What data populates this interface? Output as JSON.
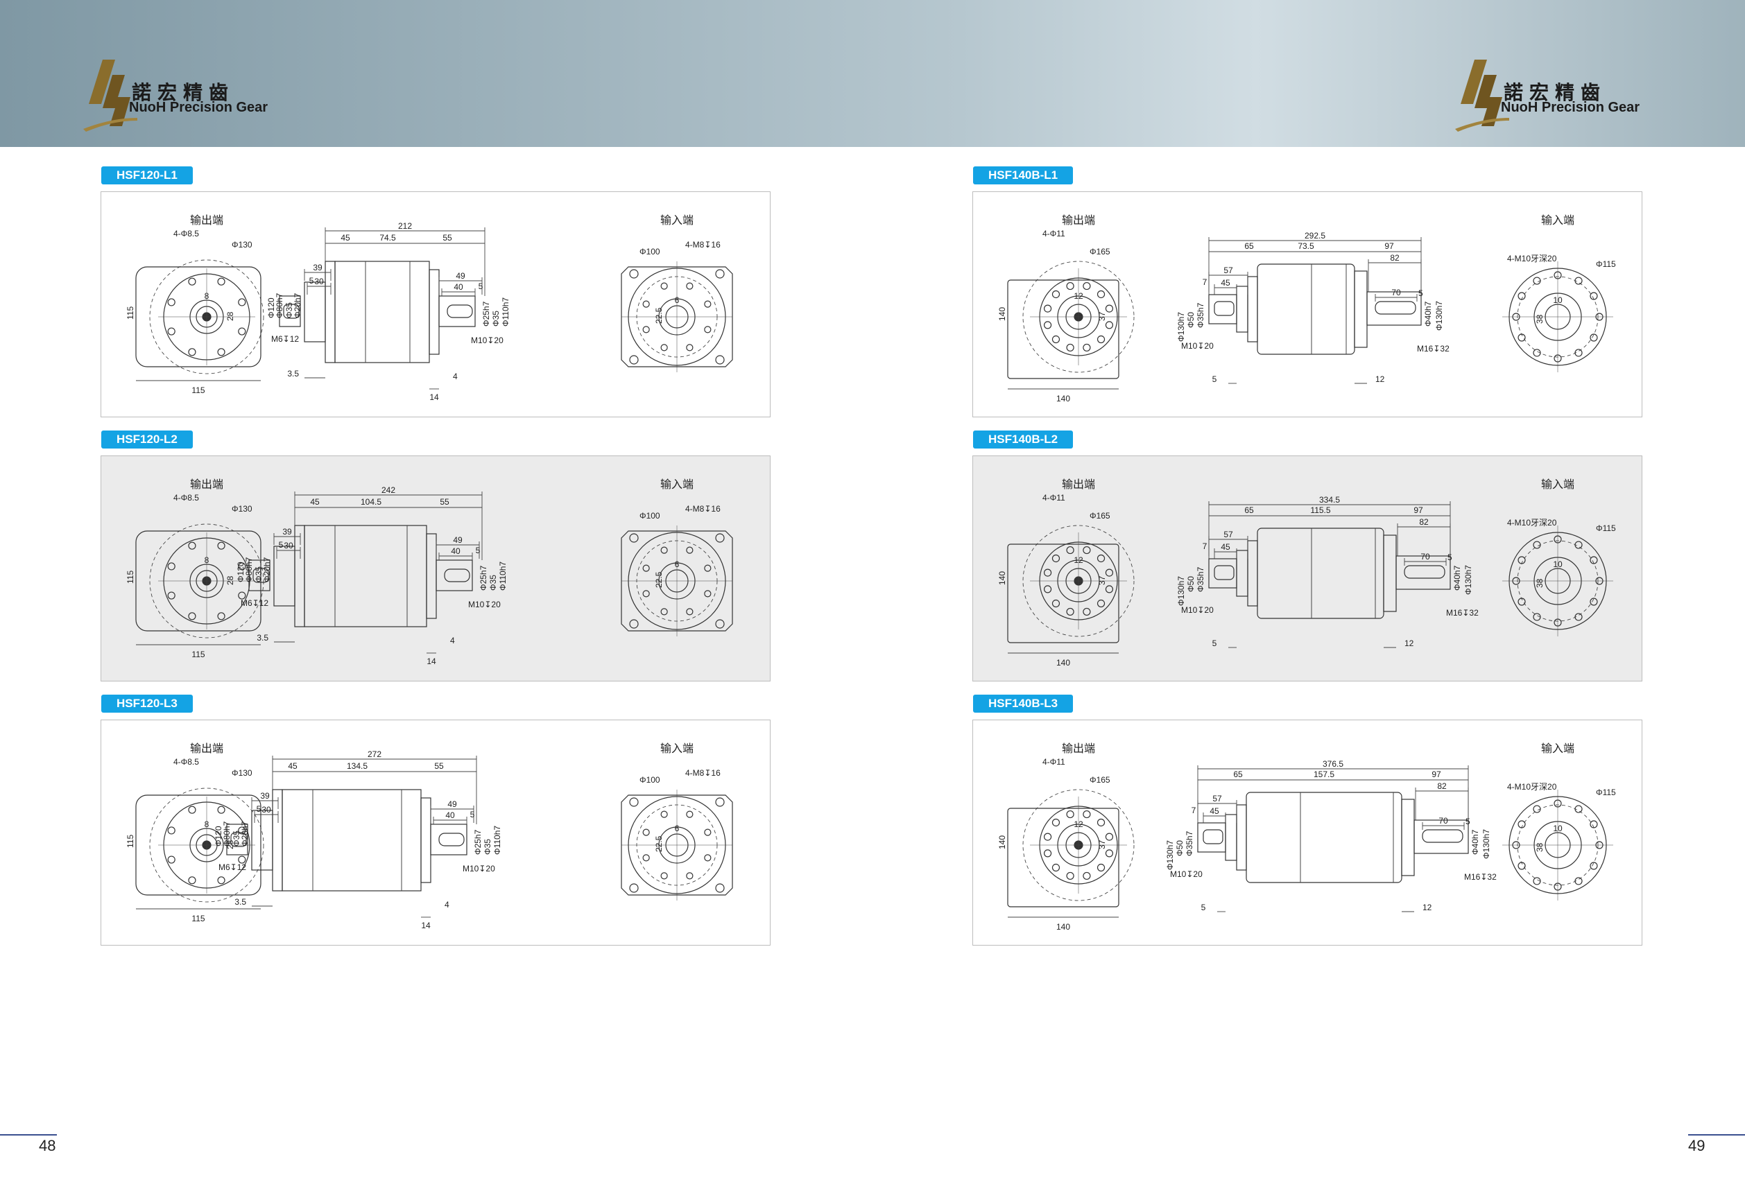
{
  "brand": {
    "name_cn": "諾宏精齒",
    "name_en": "NuoH Precision Gear"
  },
  "labels": {
    "output_end": "输出端",
    "input_end": "输入端"
  },
  "pages": {
    "left": "48",
    "right": "49"
  },
  "colors": {
    "tag": "#14a3e4",
    "line": "#3a4f8f"
  },
  "panels": [
    {
      "tag": "HSF120-L1",
      "series": "120",
      "shaded": false,
      "total": "212",
      "seg_mid": "74.5"
    },
    {
      "tag": "HSF120-L2",
      "series": "120",
      "shaded": true,
      "total": "242",
      "seg_mid": "104.5"
    },
    {
      "tag": "HSF120-L3",
      "series": "120",
      "shaded": false,
      "total": "272",
      "seg_mid": "134.5"
    },
    {
      "tag": "HSF140B-L1",
      "series": "140",
      "shaded": false,
      "total": "292.5",
      "seg_mid": "73.5"
    },
    {
      "tag": "HSF140B-L2",
      "series": "140",
      "shaded": true,
      "total": "334.5",
      "seg_mid": "115.5"
    },
    {
      "tag": "HSF140B-L3",
      "series": "140",
      "shaded": false,
      "total": "376.5",
      "seg_mid": "157.5"
    }
  ],
  "dims120": {
    "out_holes": "4-Φ8.5",
    "out_pcd": "Φ130",
    "square": "115",
    "key_w": "8",
    "key_h": "28",
    "d45": "45",
    "d55": "55",
    "d39": "39",
    "d49": "49",
    "d30": "30",
    "d5": "5",
    "d40": "40",
    "d35": "3.5",
    "d14": "14",
    "d4": "4",
    "dia_left": [
      "Φ120",
      "Φ80h7",
      "Φ35",
      "Φ20h7"
    ],
    "tap_left": "M6↧12",
    "dia_right": [
      "Φ25h7",
      "Φ35",
      "Φ110h7"
    ],
    "tap_right": "M10↧20",
    "in_pcd": "Φ100",
    "in_holes": "4-M8↧16",
    "in_key": "6",
    "in_key_h": "22.5"
  },
  "dims140": {
    "out_holes": "4-Φ11",
    "out_pcd": "Φ165",
    "square": "140",
    "key_w": "12",
    "key_h": "37",
    "d65": "65",
    "d97": "97",
    "d82": "82",
    "d57": "57",
    "d45": "45",
    "d7": "7",
    "d70": "70",
    "d5": "5",
    "d12": "12",
    "dia_left": [
      "Φ130h7",
      "Φ50",
      "Φ35h7"
    ],
    "tap_left": "M10↧20",
    "dia_right": [
      "Φ40h7",
      "Φ130h7"
    ],
    "tap_right": "M16↧32",
    "in_holes": "4-M10牙深20",
    "in_pcd": "Φ115",
    "in_key": "10",
    "in_key_h": "38"
  }
}
